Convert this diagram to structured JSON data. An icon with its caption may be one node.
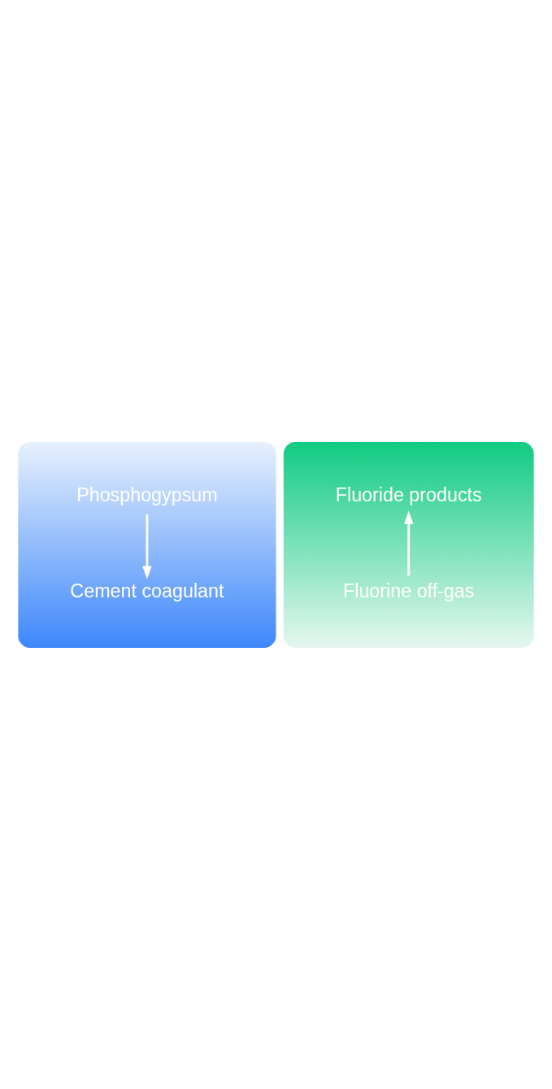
{
  "diagram": {
    "nodes": [
      {
        "text": [],
        "shape": "box"
      },
      {
        "text": [
          "Phosphogypsum"
        ],
        "in": 0
      },
      {
        "text": [
          "Cement coagulant"
        ],
        "in": 0
      },
      {
        "text": [],
        "shape": "box"
      },
      {
        "text": [
          "Fluoride products"
        ],
        "in": 3
      },
      {
        "text": [
          "Fluorine off-gas"
        ],
        "in": 3
      }
    ],
    "edges": [
      {
        "from": 1,
        "to": 2,
        "arrow": "to"
      },
      {
        "from": 5,
        "to": 4,
        "arrow": "to"
      }
    ]
  }
}
